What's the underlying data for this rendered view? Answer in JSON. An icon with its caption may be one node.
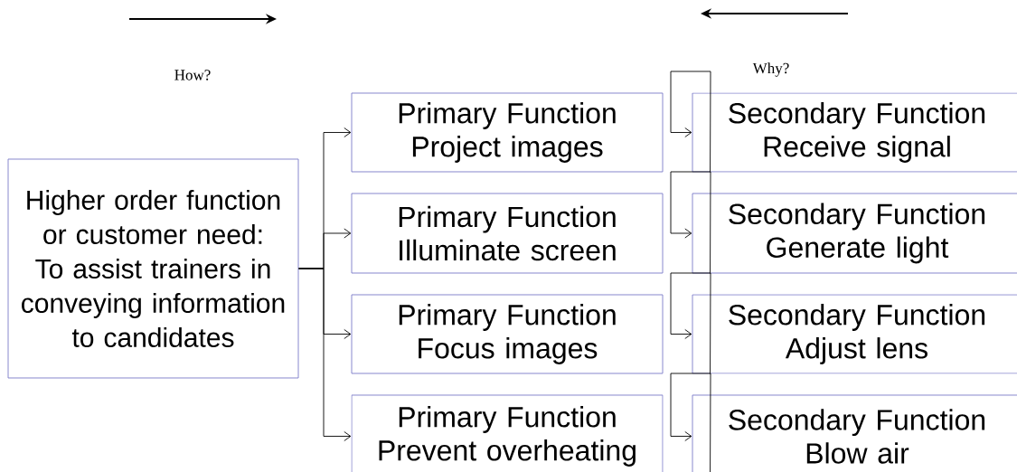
{
  "diagram": {
    "nodes": [
      {
        "text": [
          "Higher order function or customer need: To assist trainers in conveying information to candidates"
        ]
      },
      {
        "text": [
          "Primary Function",
          "Project images"
        ]
      },
      {
        "text": [
          "Secondary Function",
          "Receive signal"
        ]
      },
      {
        "text": [
          "Primary Function",
          "Illuminate screen"
        ]
      },
      {
        "text": [
          "Secondary Function",
          "Generate light"
        ]
      },
      {
        "text": [
          "Primary Function",
          "Focus images"
        ]
      },
      {
        "text": [
          "Secondary Function",
          "Adjust lens"
        ]
      },
      {
        "text": [
          "Primary Function",
          "Prevent overheating"
        ]
      },
      {
        "text": [
          "Secondary Function",
          "Blow air"
        ]
      }
    ],
    "edges": [
      {
        "from": 0,
        "to": 1,
        "arrow": "to"
      },
      {
        "from": 0,
        "to": 3,
        "arrow": "to"
      },
      {
        "from": 0,
        "to": 5,
        "arrow": "to"
      },
      {
        "from": 0,
        "to": 7,
        "arrow": "to"
      },
      {
        "from": 2,
        "to": 2,
        "arrow": "to"
      },
      {
        "from": 4,
        "to": 4,
        "arrow": "to"
      },
      {
        "from": 6,
        "to": 6,
        "arrow": "to"
      },
      {
        "from": 8,
        "to": 8,
        "arrow": "to"
      }
    ],
    "labels": [
      "How?",
      "Why?"
    ]
  }
}
